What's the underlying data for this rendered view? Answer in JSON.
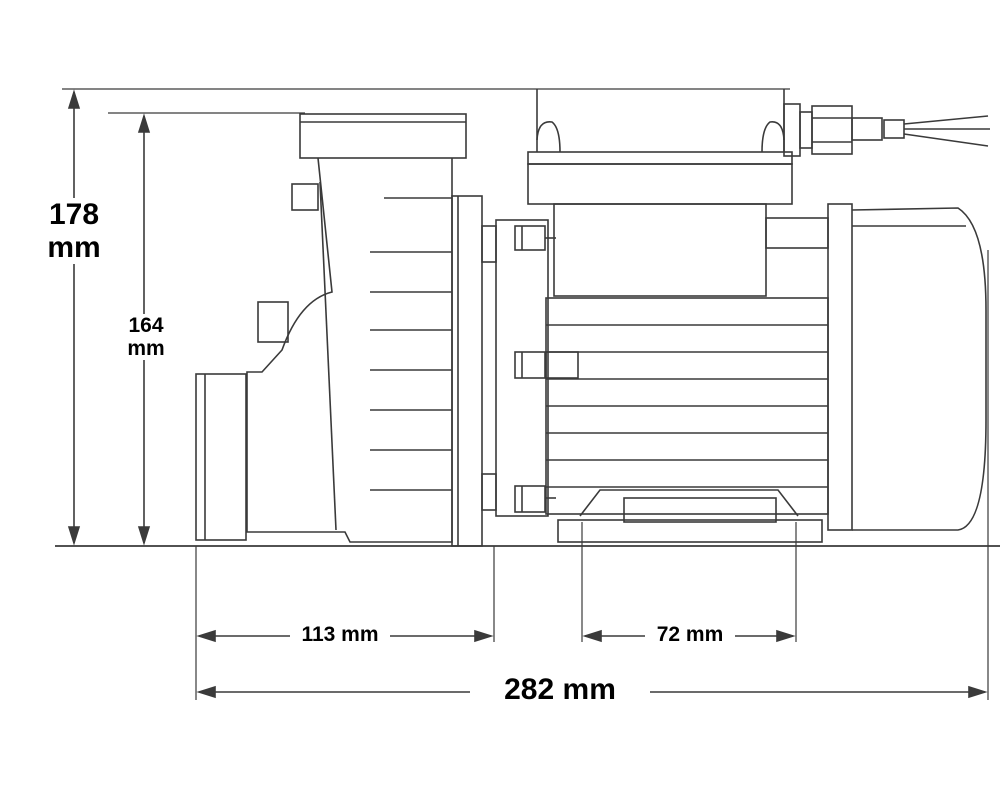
{
  "dimensions": {
    "total_height": "178\nmm",
    "body_height": "164\nmm",
    "inlet_to_flange": "113 mm",
    "foot_width": "72 mm",
    "total_length": "282 mm"
  },
  "colors": {
    "line": "#3a3a3a",
    "background": "#ffffff",
    "text": "#000000"
  }
}
